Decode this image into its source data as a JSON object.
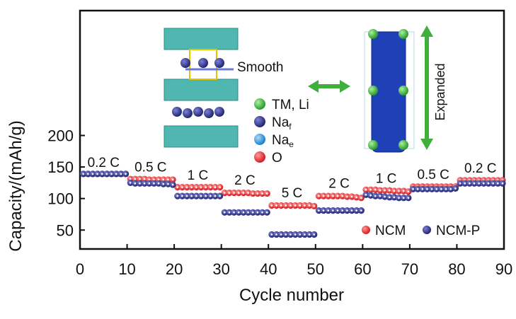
{
  "chart_data": {
    "type": "scatter",
    "xlabel": "Cycle number",
    "ylabel": "Capacity/(mAh/g)",
    "xlim": [
      0,
      90
    ],
    "ylim": [
      20,
      398
    ],
    "xticks": [
      0,
      10,
      20,
      30,
      40,
      50,
      60,
      70,
      80,
      90
    ],
    "yticks": [
      50,
      100,
      150,
      200
    ],
    "legend_position": "bottom-right",
    "rate_labels": [
      {
        "label": "0.2 C",
        "cycle": 5,
        "capacity": 150
      },
      {
        "label": "0.5 C",
        "cycle": 15,
        "capacity": 143
      },
      {
        "label": "1 C",
        "cycle": 25,
        "capacity": 130
      },
      {
        "label": "2 C",
        "cycle": 35,
        "capacity": 122
      },
      {
        "label": "5 C",
        "cycle": 45,
        "capacity": 102
      },
      {
        "label": "2 C",
        "cycle": 55,
        "capacity": 117
      },
      {
        "label": "1 C",
        "cycle": 65,
        "capacity": 125
      },
      {
        "label": "0.5 C",
        "cycle": 75,
        "capacity": 131
      },
      {
        "label": "0.2 C",
        "cycle": 85,
        "capacity": 141
      }
    ],
    "series": [
      {
        "name": "NCM",
        "color": "#e8262a",
        "values": [
          139,
          139,
          139,
          139,
          139,
          139,
          139,
          139,
          139,
          139,
          131,
          131,
          131,
          131,
          130,
          130,
          130,
          130,
          130,
          130,
          118,
          118,
          118,
          118,
          118,
          118,
          118,
          118,
          118,
          118,
          109,
          109,
          109,
          109,
          109,
          109,
          108,
          108,
          108,
          108,
          89,
          89,
          89,
          89,
          89,
          89,
          89,
          89,
          89,
          88,
          104,
          104,
          104,
          104,
          104,
          104,
          103,
          103,
          102,
          101,
          114,
          114,
          114,
          113,
          113,
          113,
          112,
          112,
          112,
          111,
          119,
          119,
          119,
          119,
          119,
          119,
          119,
          119,
          119,
          119,
          129,
          129,
          129,
          129,
          129,
          129,
          129,
          129,
          129,
          129
        ]
      },
      {
        "name": "NCM-P",
        "color": "#2b2f8c",
        "values": [
          139,
          139,
          139,
          139,
          139,
          139,
          139,
          139,
          139,
          139,
          125,
          124,
          124,
          124,
          124,
          124,
          124,
          123,
          123,
          122,
          104,
          104,
          104,
          104,
          104,
          104,
          104,
          104,
          104,
          104,
          78,
          78,
          78,
          78,
          78,
          78,
          78,
          78,
          78,
          78,
          43,
          43,
          43,
          43,
          43,
          43,
          43,
          43,
          43,
          43,
          81,
          81,
          81,
          81,
          81,
          81,
          81,
          81,
          81,
          81,
          106,
          105,
          104,
          104,
          103,
          102,
          102,
          101,
          101,
          101,
          115,
          115,
          115,
          115,
          115,
          115,
          115,
          115,
          115,
          116,
          124,
          124,
          124,
          124,
          124,
          124,
          124,
          124,
          124,
          124
        ]
      }
    ]
  },
  "insets": {
    "smooth_label": "Smooth",
    "expanded_label": "Expanded",
    "legend": [
      {
        "label": "TM, Li",
        "sub": "",
        "color": "#3fb53c"
      },
      {
        "label": "Na",
        "sub": "f",
        "color": "#2b2f8c"
      },
      {
        "label": "Na",
        "sub": "e",
        "color": "#2a8fd6"
      },
      {
        "label": "O",
        "sub": "",
        "color": "#e8262a"
      }
    ]
  }
}
